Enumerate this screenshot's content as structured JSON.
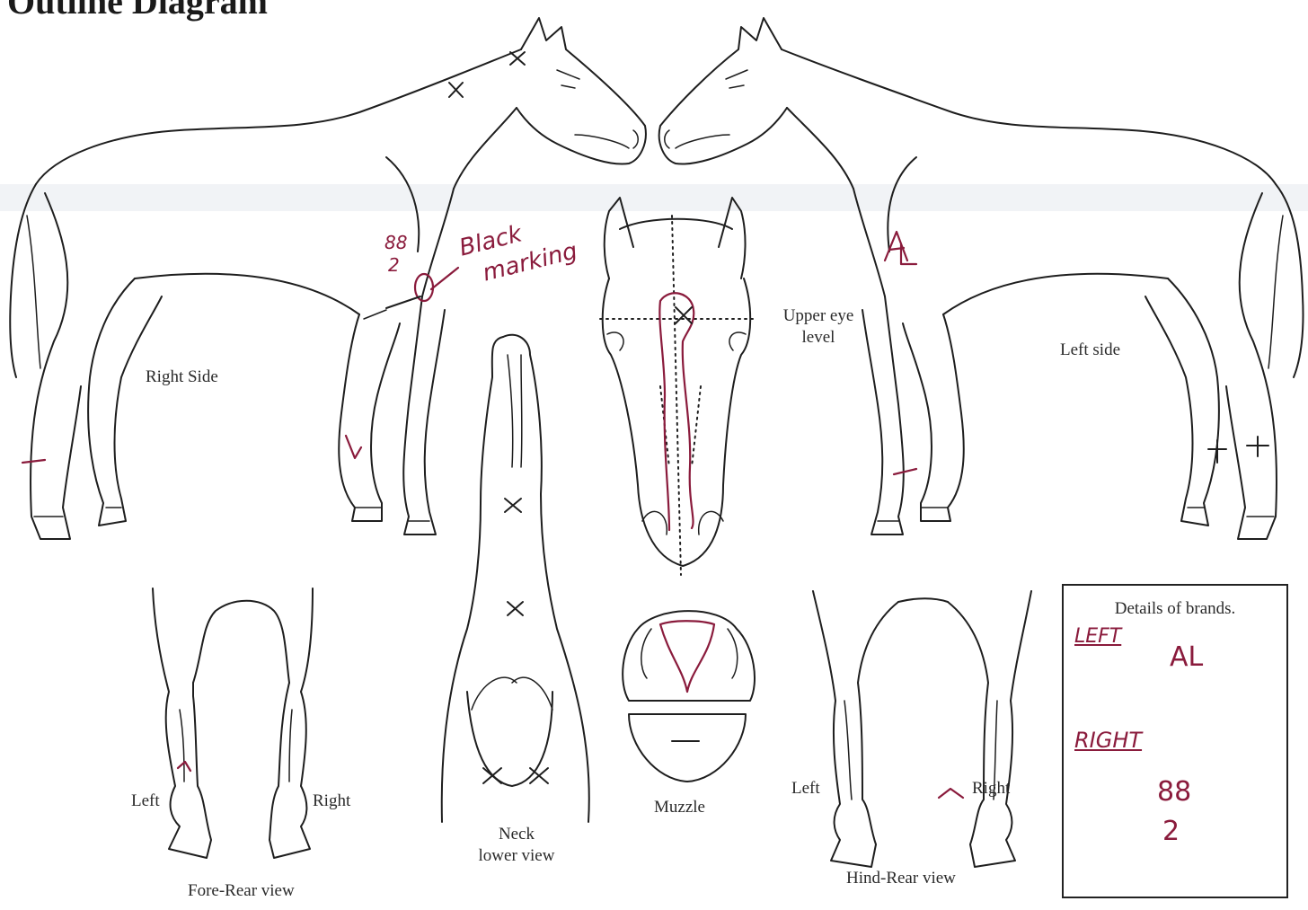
{
  "title": "Outline Diagram",
  "labels": {
    "right_side": "Right Side",
    "left_side": "Left side",
    "upper_eye_level": [
      "Upper eye",
      "level"
    ],
    "fore_left": "Left",
    "fore_right": "Right",
    "fore_rear_view": "Fore-Rear view",
    "neck_lower_view": [
      "Neck",
      "lower view"
    ],
    "muzzle": "Muzzle",
    "hind_left": "Left",
    "hind_right": "Right",
    "hind_rear_view": "Hind-Rear view"
  },
  "annotations": {
    "black_marking_line1": "Black",
    "black_marking_line2": "marking",
    "right_brand_top": "88",
    "right_brand_bottom": "2"
  },
  "brand_details": {
    "header": "Details of brands.",
    "left_label": "LEFT",
    "left_brand": "AL",
    "right_label": "RIGHT",
    "right_brand_line1": "88",
    "right_brand_line2": "2"
  },
  "colors": {
    "ink": "#1e1e1e",
    "annotation": "#8a1b3c"
  }
}
